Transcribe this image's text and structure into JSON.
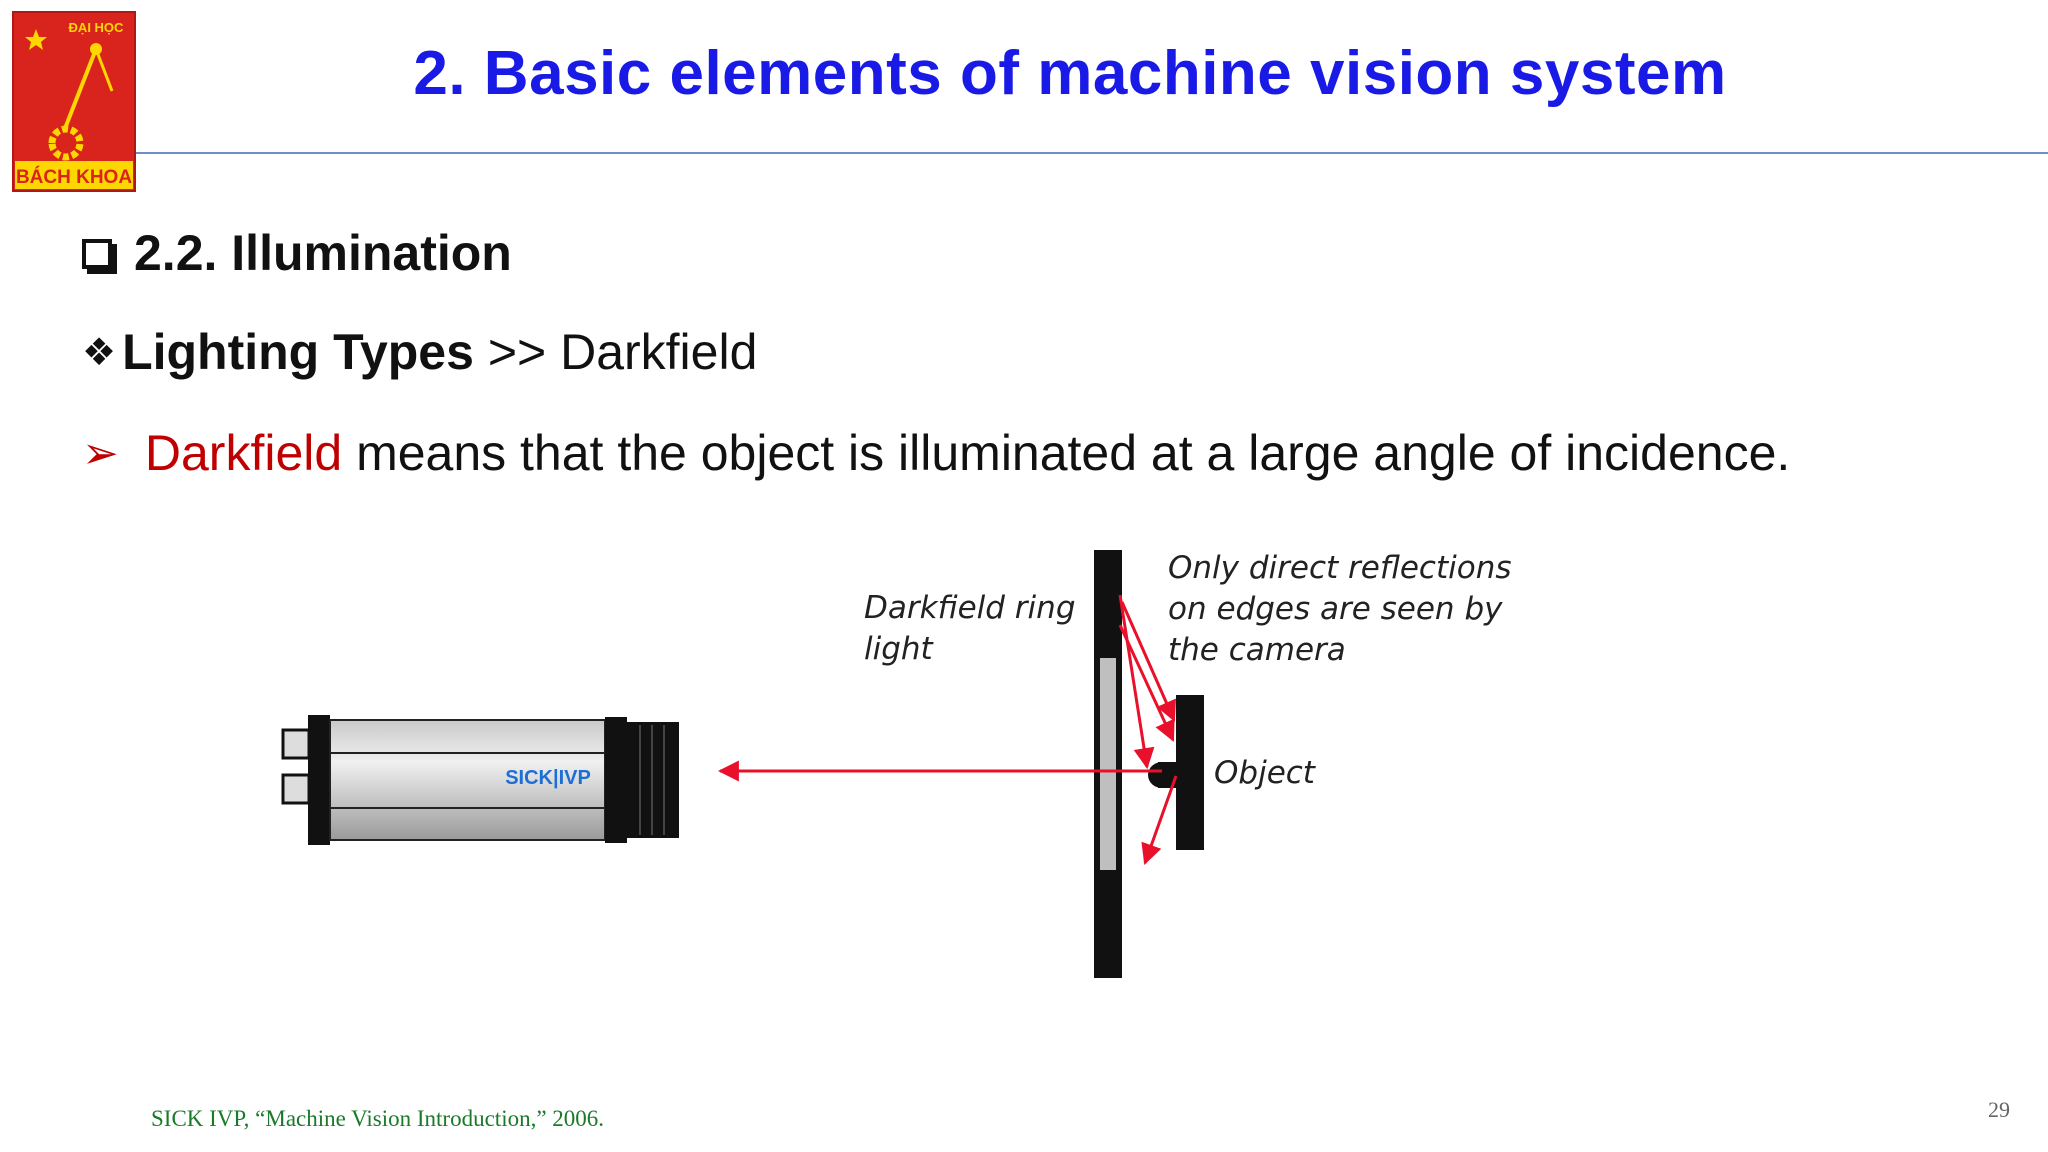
{
  "logo": {
    "top_text": "ĐẠI HỌC",
    "bottom_text": "BÁCH KHOA"
  },
  "title": "2. Basic elements of machine vision system",
  "section": {
    "heading": "2.2. Illumination"
  },
  "subheading": {
    "bold": "Lighting Types",
    "rest": " >> Darkfield"
  },
  "bullet": {
    "highlight": "Darkfield",
    "text": " means that the object is illuminated at a large angle of incidence."
  },
  "diagram": {
    "ring_label_line1": "Darkfield ring",
    "ring_label_line2": "light",
    "reflect_line1": "Only direct reflections",
    "reflect_line2": "on edges are seen by",
    "reflect_line3": "the camera",
    "object_label": "Object",
    "camera_brand": "SICK|IVP"
  },
  "colors": {
    "title": "#1a1ae6",
    "accent_red": "#c00000",
    "ray_red": "#e8102a",
    "citation": "#1a7a2a"
  },
  "footer": {
    "citation": "SICK IVP, “Machine Vision Introduction,” 2006.",
    "page_number": "29"
  }
}
